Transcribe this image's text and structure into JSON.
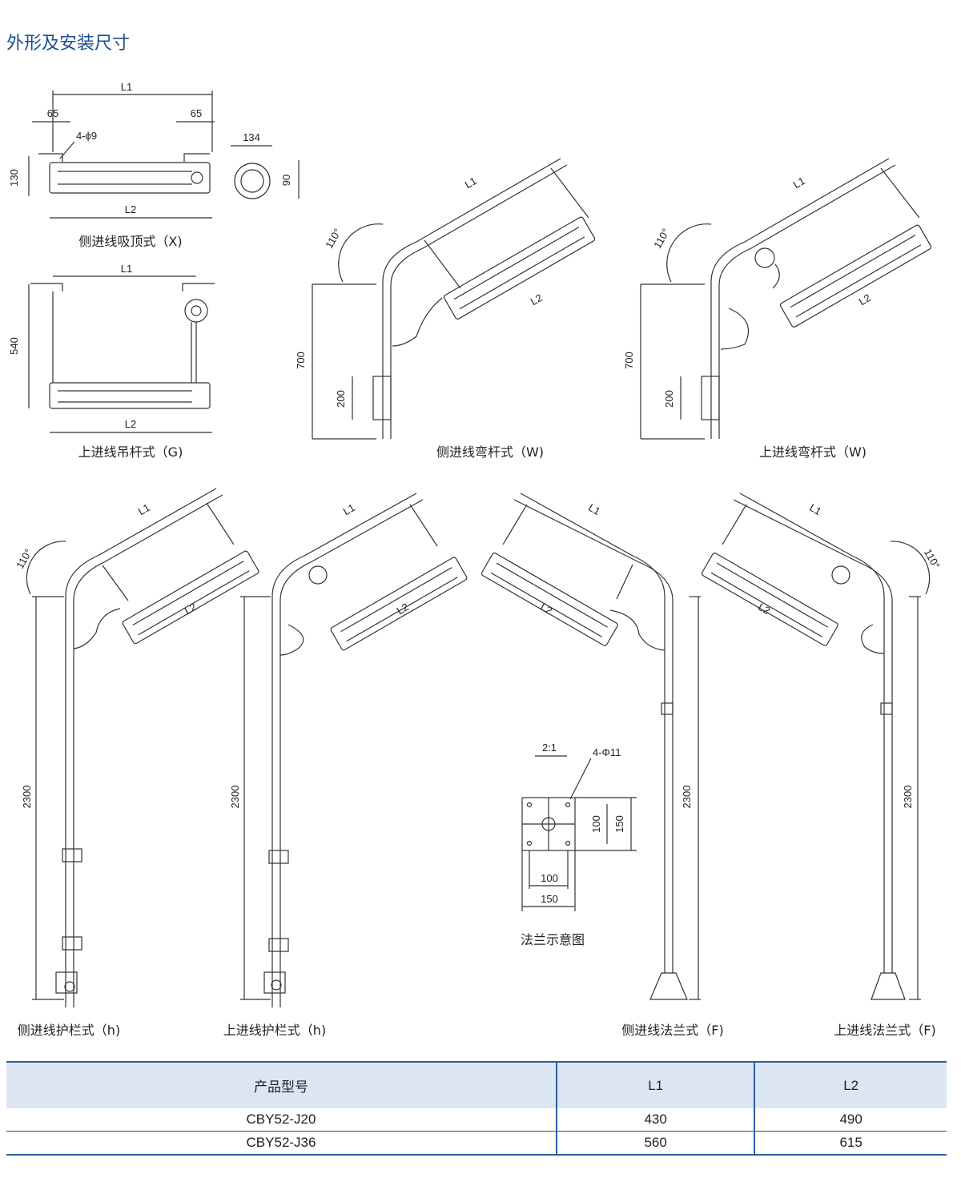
{
  "title": "外形及安装尺寸",
  "captions": {
    "x": "侧进线吸顶式（X)",
    "g": "上进线吊杆式（G)",
    "w_side": "侧进线弯杆式（W)",
    "w_top": "上进线弯杆式（W)",
    "h_side": "侧进线护栏式（h)",
    "h_top": "上进线护栏式（h)",
    "f_side": "侧进线法兰式（F)",
    "f_top": "上进线法兰式（F)",
    "flange": "法兰示意图"
  },
  "dims": {
    "l1": "L1",
    "l2": "L2",
    "d65": "65",
    "hole4": "4-ϕ9",
    "d130": "130",
    "d134": "134",
    "d90": "90",
    "d540": "540",
    "d700": "700",
    "d200": "200",
    "d110": "110°",
    "d2300": "2300",
    "scale": "2:1",
    "hole11": "4-Φ11",
    "d100": "100",
    "d150": "150"
  },
  "table": {
    "headers": [
      "产品型号",
      "L1",
      "L2"
    ],
    "rows": [
      [
        "CBY52-J20",
        "430",
        "490"
      ],
      [
        "CBY52-J36",
        "560",
        "615"
      ]
    ]
  },
  "colors": {
    "title": "#1b4e95",
    "table_head_bg": "#dce6f3",
    "rule": "#2f5f9f"
  }
}
